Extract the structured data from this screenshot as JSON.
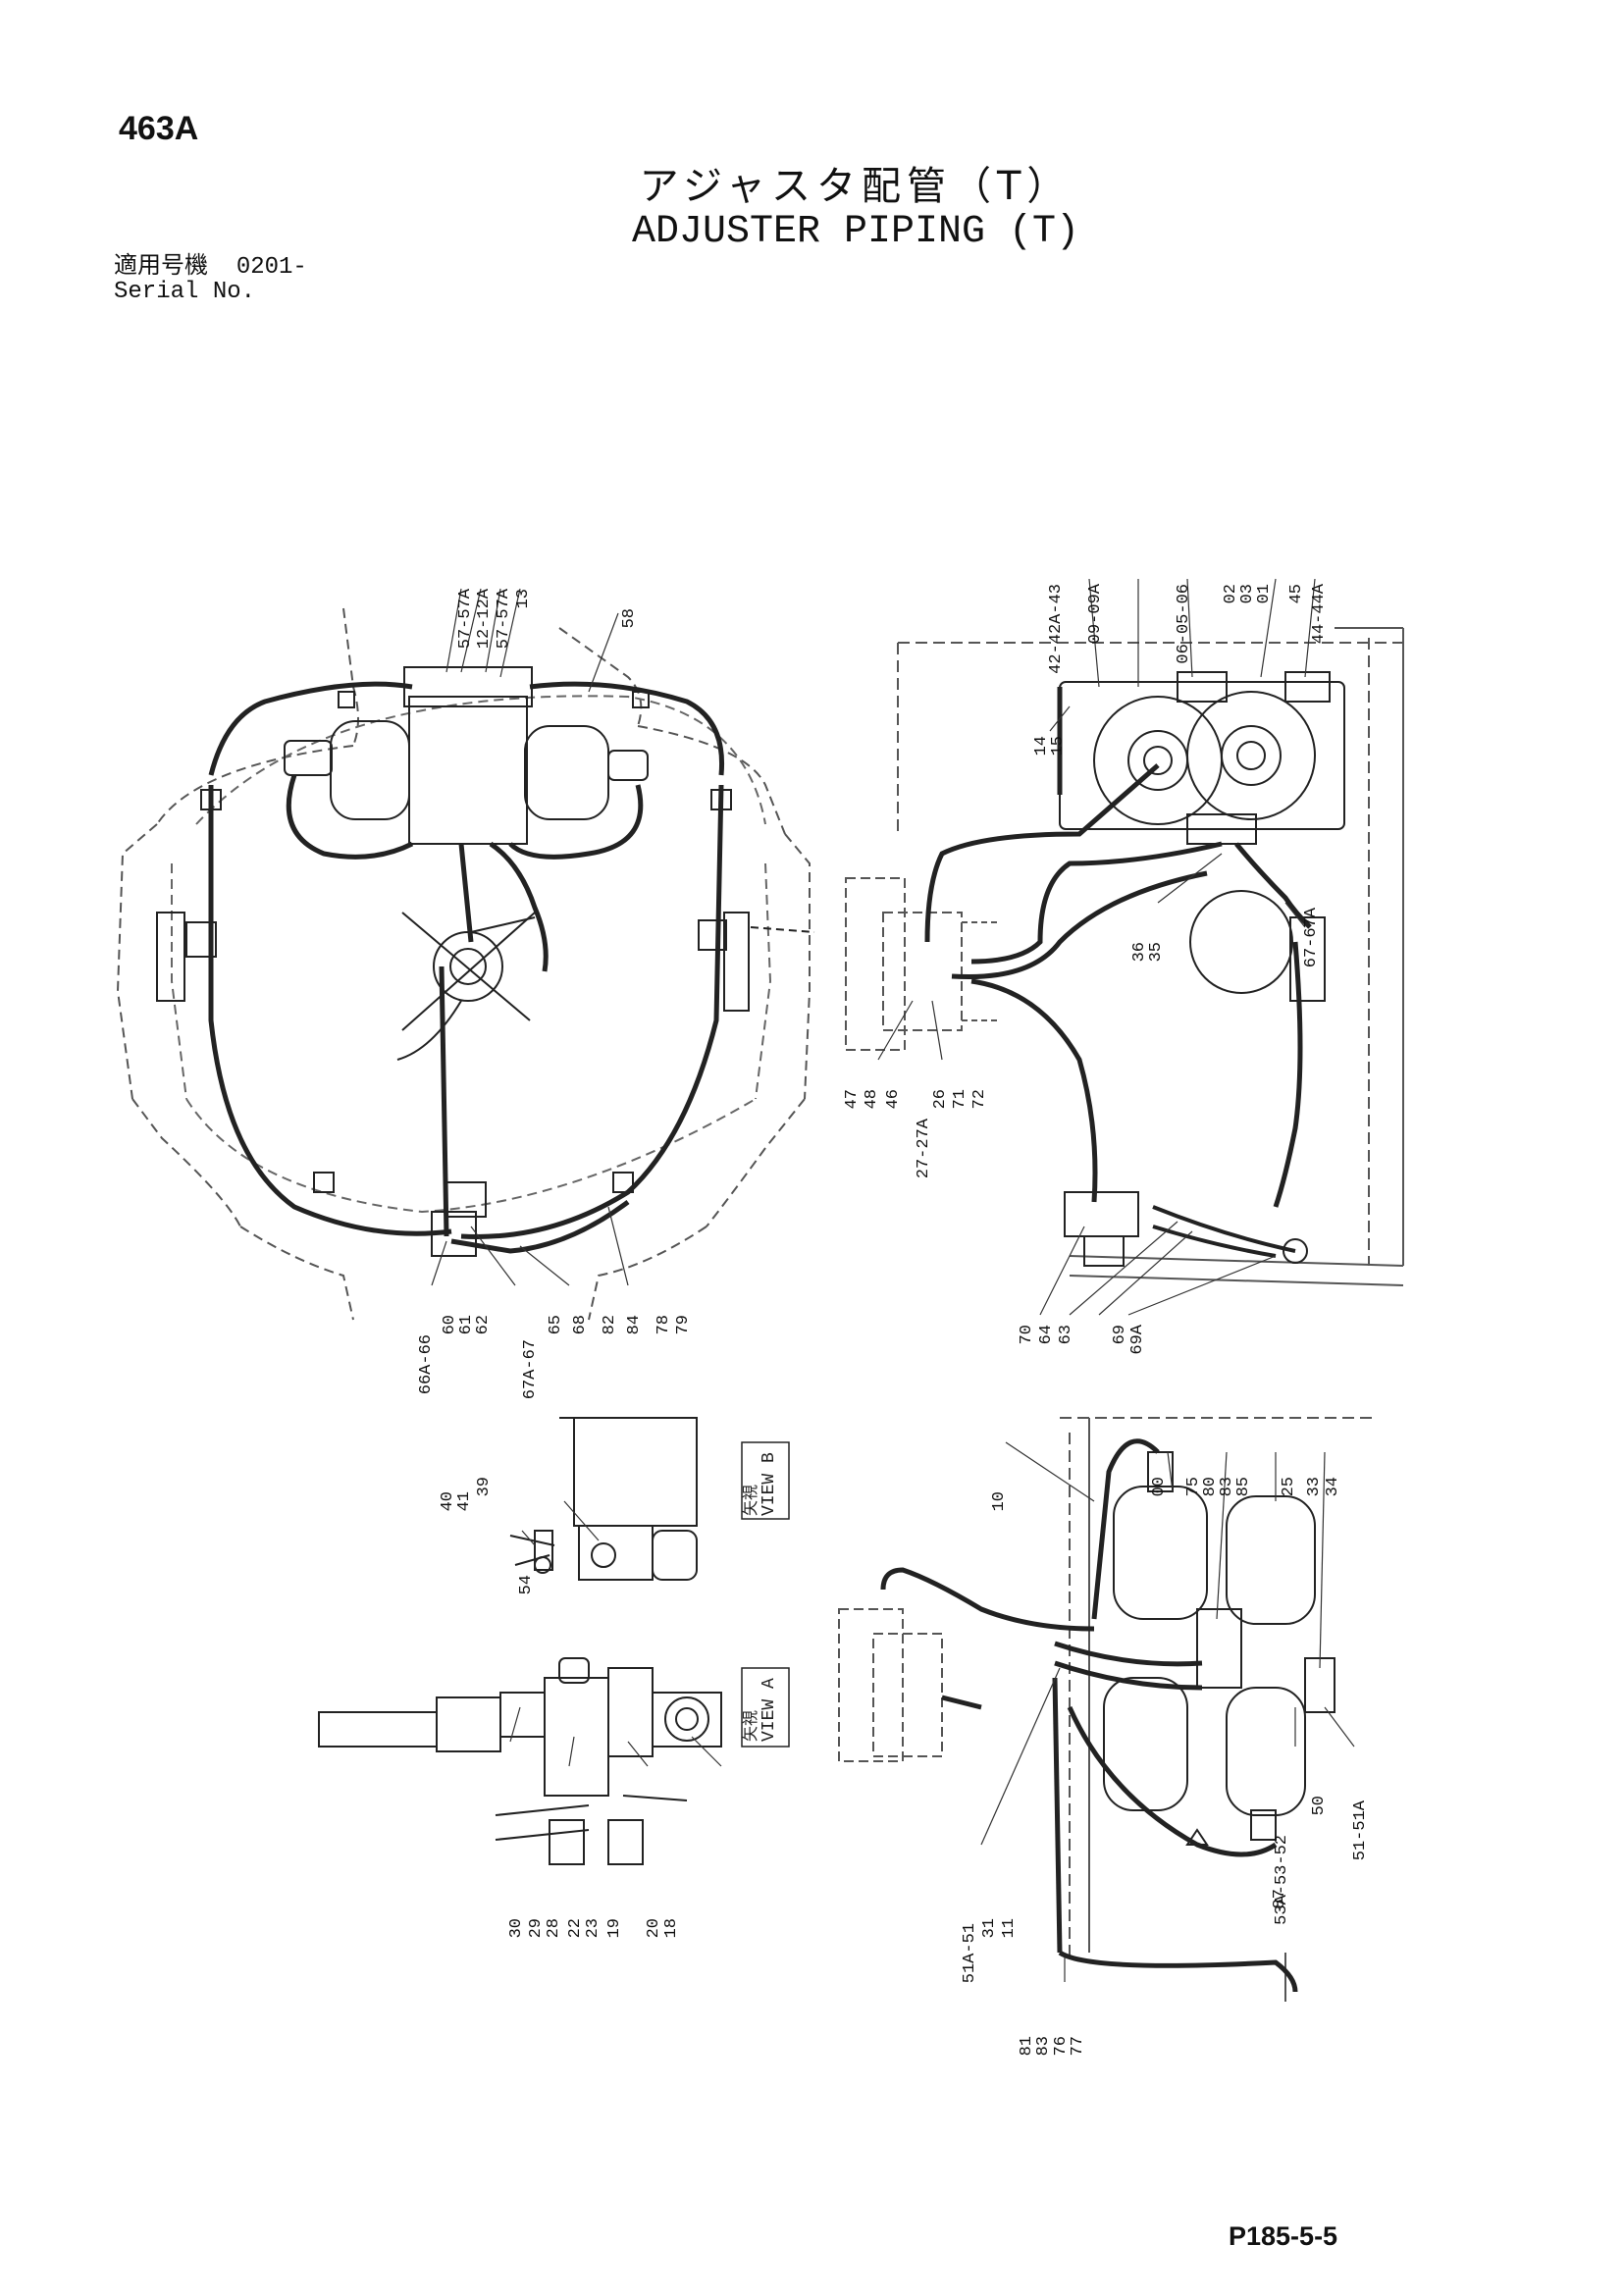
{
  "header": {
    "page_code": "463A",
    "title_jp": "アジャスタ配管（T）",
    "title_en": "ADJUSTER PIPING (T)",
    "serial_label_jp": "適用号機",
    "serial_value": "0201-",
    "serial_label_en": "Serial No."
  },
  "footer": {
    "page_ref": "P185-5-5"
  },
  "views": {
    "view_a": {
      "kanji": "矢視",
      "label": "VIEW A"
    },
    "view_b": {
      "kanji": "矢視",
      "label": "VIEW B"
    }
  },
  "callouts": {
    "top_left": [
      "57-57A",
      "12-12A",
      "57-57A",
      "13",
      "58",
      "66A-66",
      "60",
      "61",
      "62",
      "67A-67",
      "65",
      "68",
      "82",
      "84",
      "78",
      "79"
    ],
    "top_right": [
      "42-42A-43",
      "09-09A",
      "06-05-06",
      "02",
      "03",
      "01",
      "45",
      "44-44A",
      "14",
      "15",
      "67-67A",
      "36",
      "35",
      "47",
      "48",
      "46",
      "27-27A",
      "26",
      "71",
      "72",
      "70",
      "64",
      "63",
      "69",
      "69A"
    ],
    "bottom_left": [
      "40",
      "41",
      "39",
      "54",
      "30",
      "29",
      "28",
      "22",
      "23",
      "19",
      "20",
      "18"
    ],
    "bottom_right": [
      "10",
      "00",
      "75",
      "80",
      "83",
      "85",
      "25",
      "33",
      "34",
      "51A-51",
      "31",
      "11",
      "50",
      "51-51A",
      "53A-53-52",
      "87",
      "81",
      "83",
      "76",
      "77"
    ]
  }
}
